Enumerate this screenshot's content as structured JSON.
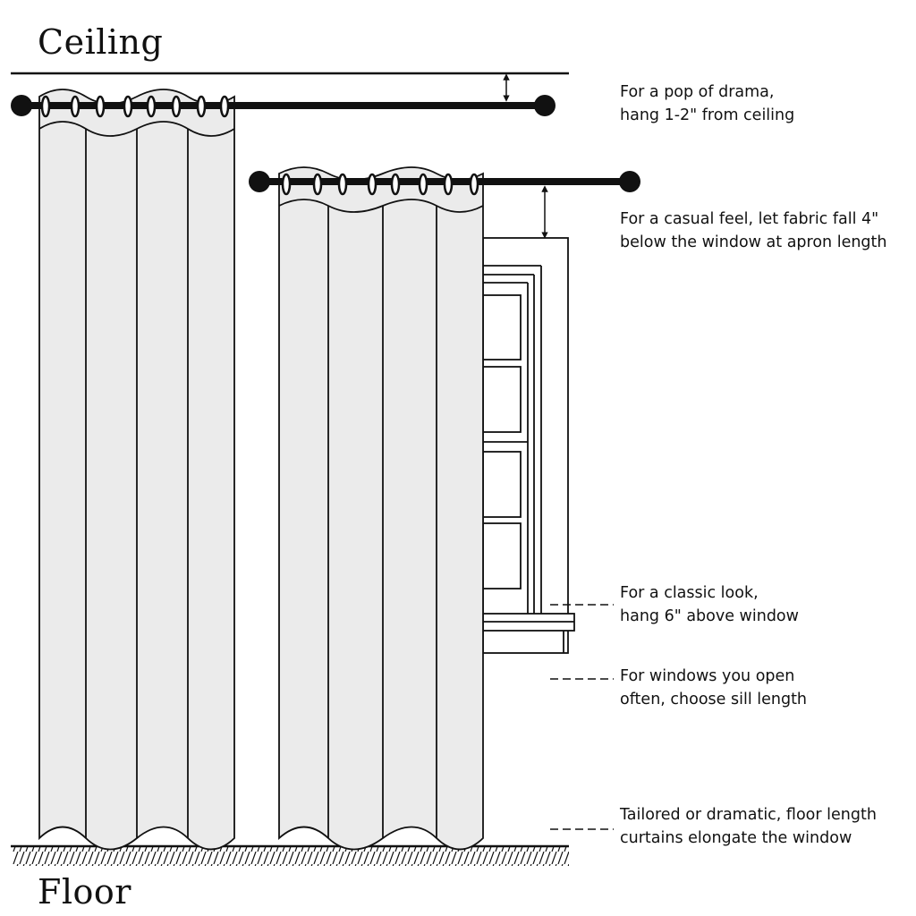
{
  "labels": {
    "ceiling": "Ceiling",
    "floor": "Floor"
  },
  "annotations": [
    {
      "line1": "For a pop of drama,",
      "line2": "hang 1-2\" from ceiling"
    },
    {
      "line1": "For a casual feel, let fabric fall 4\"",
      "line2": "below the window at apron length"
    },
    {
      "line1": "For a classic look,",
      "line2": "hang 6\" above window"
    },
    {
      "line1": "For windows you open",
      "line2": "often, choose sill length"
    },
    {
      "line1": "Tailored or dramatic, floor length",
      "line2": "curtains elongate the window"
    }
  ],
  "colors": {
    "ink": "#111111",
    "fabric": "#ebebeb",
    "background": "#ffffff"
  }
}
